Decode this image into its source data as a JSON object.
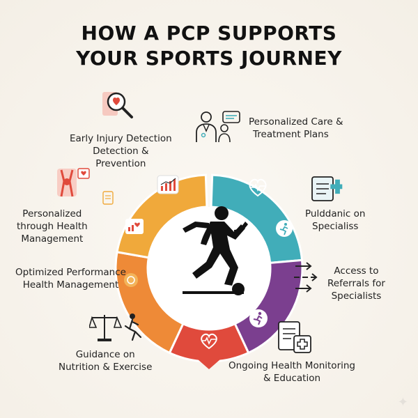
{
  "title": {
    "line1": "HOW A PCP SUPPORTS",
    "line2": "YOUR SPORTS JOURNEY"
  },
  "labels": {
    "early_injury": [
      "Early Injury Detection",
      "Detection &",
      "Prevention"
    ],
    "personalized_care": [
      "Personalized Care &",
      "Treatment Plans"
    ],
    "personalized_health": [
      "Personalized",
      "through Health",
      "Management"
    ],
    "pulddanic": [
      "Pulddanic on",
      "Specialiss"
    ],
    "optimized": [
      "Optimized Performance",
      "Health Management"
    ],
    "access": [
      "Access to",
      "Referrals for",
      "Specialists"
    ],
    "guidance": [
      "Guidance on",
      "Nutrition & Exercise"
    ],
    "ongoing": [
      "Ongoing Health Monitoring",
      "& Education"
    ]
  },
  "colors": {
    "teal": "#41adb9",
    "purple": "#7b3f8f",
    "red": "#e04a3c",
    "orange": "#ee8a37",
    "yellow": "#f0a93b",
    "dark": "#111111"
  },
  "icons": {
    "magnifier": "magnifier-icon",
    "doctor": "doctor-patient-icon",
    "knee": "knee-joint-icon",
    "clipboard_cross": "medical-clipboard-icon",
    "chart": "chart-icon",
    "heart_pulse": "heart-pulse-icon",
    "runner": "runner-icon",
    "arrows": "referral-arrows-icon",
    "scales": "scales-icon",
    "document": "document-cross-icon",
    "athlete": "athlete-silhouette-icon"
  }
}
